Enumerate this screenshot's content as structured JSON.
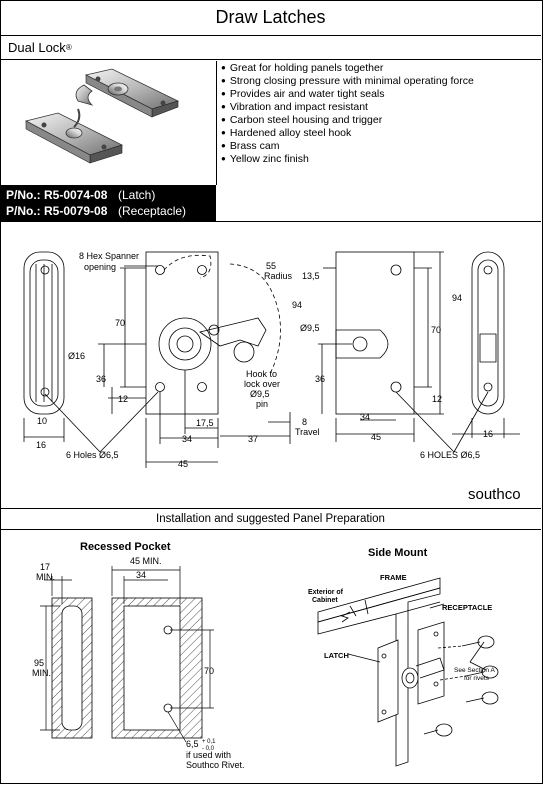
{
  "header": {
    "title": "Draw Latches",
    "subtitle": "Dual Lock",
    "subtitle_mark": "®"
  },
  "part_numbers": [
    {
      "label": "P/No.: R5-0074-08",
      "type": "(Latch)"
    },
    {
      "label": "P/No.: R5-0079-08",
      "type": "(Receptacle)"
    }
  ],
  "features": [
    "Great for holding panels together",
    "Strong closing pressure with minimal operating force",
    "Provides air and water tight seals",
    "Vibration and impact resistant",
    "Carbon steel housing and trigger",
    "Hardened alloy steel hook",
    "Brass cam",
    "Yellow zinc finish"
  ],
  "drawing": {
    "spanner": "8 Hex Spanner",
    "spanner2": "opening",
    "radius_val": "55",
    "radius_lbl": "Radius",
    "d135": "13,5",
    "d94a": "94",
    "d94b": "94",
    "d70a": "70",
    "d70b": "70",
    "d95": "Ø9,5",
    "d16": "Ø16",
    "d36a": "36",
    "d36b": "36",
    "d12a": "12",
    "d12b": "12",
    "d10": "10",
    "d16b": "16",
    "d16c": "16",
    "d175": "17,5",
    "d8": "8",
    "travel": "Travel",
    "d34a": "34",
    "d34b": "34",
    "d37": "37",
    "d45a": "45",
    "d45b": "45",
    "hook1": "Hook to",
    "hook2": "lock over",
    "hook3": "Ø9,5",
    "hook4": "pin",
    "holes_left": "6 Holes Ø6,5",
    "holes_right": "6 HOLES Ø6,5",
    "brand": "southco"
  },
  "install": {
    "title": "Installation and suggested Panel Preparation",
    "recessed_title": "Recessed Pocket",
    "side_title": "Side Mount",
    "d17": "17",
    "min": "MIN.",
    "d45min": "45 MIN.",
    "d34": "34",
    "d95": "95",
    "min2": "MIN.",
    "d70": "70",
    "hole1": "6,5",
    "hole_tol_plus": "+ 0,1",
    "hole_tol_minus": "- 0,0",
    "hole2": "if used with",
    "hole3": "Southco Rivet.",
    "frame": "FRAME",
    "ext1": "Exterior of",
    "ext2": "Cabinet",
    "receptacle": "RECEPTACLE",
    "latch": "LATCH",
    "see1": "See Section A",
    "see2": "for rivets"
  }
}
